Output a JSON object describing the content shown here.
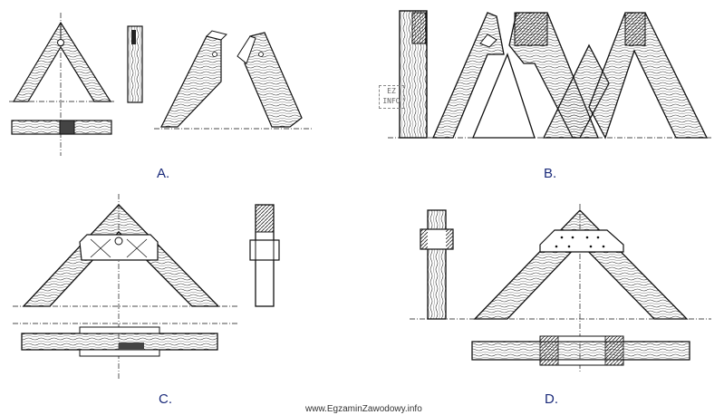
{
  "labels": {
    "a": "A.",
    "b": "B.",
    "c": "C.",
    "d": "D."
  },
  "watermark": "www.EgzaminZawodowy.info",
  "stamp": {
    "line1": "EZ",
    "line2": "INFO"
  },
  "colors": {
    "ink": "#111111",
    "label": "#1a2a7a",
    "paper": "#ffffff"
  }
}
